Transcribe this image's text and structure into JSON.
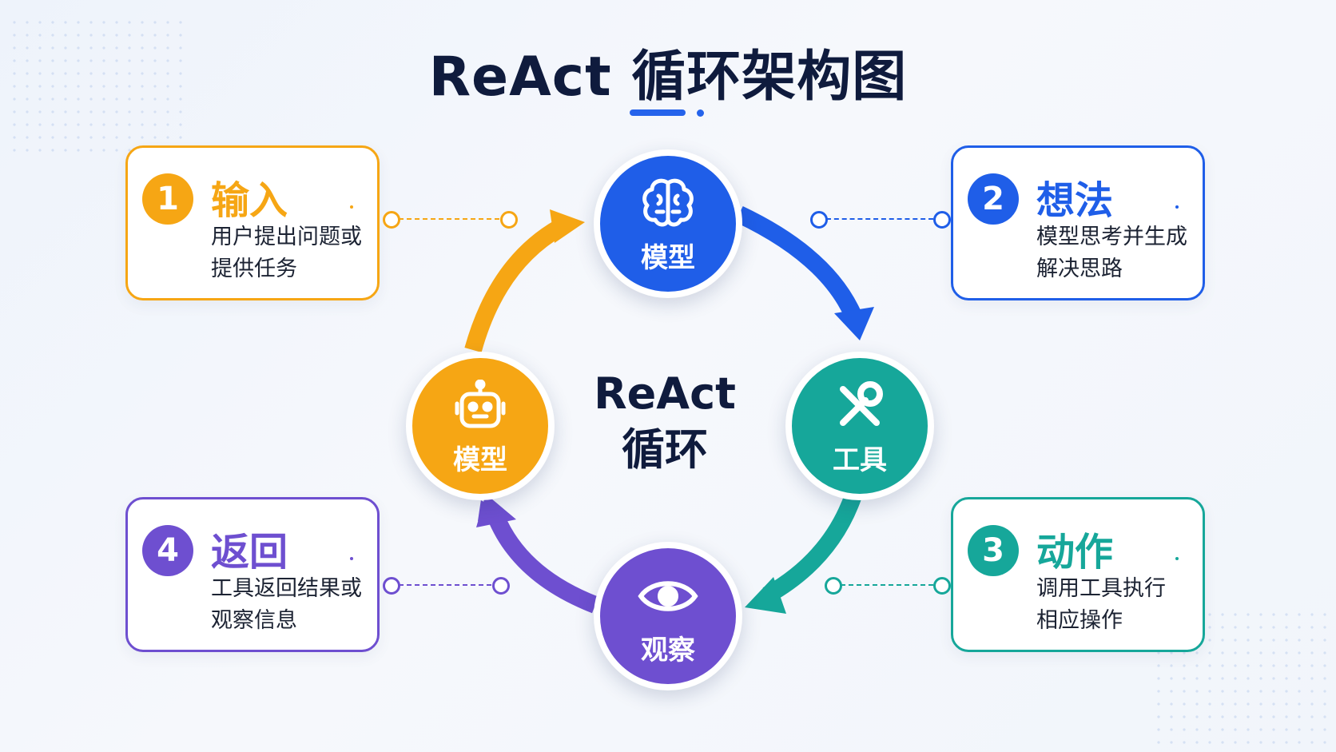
{
  "title": "ReAct 循环架构图",
  "center": {
    "line1": "ReAct",
    "line2": "循环"
  },
  "colors": {
    "blue": "#1f5ee8",
    "teal": "#16a79a",
    "purple": "#6e4fd0",
    "orange": "#f6a614",
    "navy": "#0f1b3d"
  },
  "nodes": {
    "top": {
      "label": "模型",
      "icon": "brain-icon"
    },
    "right": {
      "label": "工具",
      "icon": "tools-icon"
    },
    "bottom": {
      "label": "观察",
      "icon": "eye-icon"
    },
    "left": {
      "label": "模型",
      "icon": "robot-icon"
    }
  },
  "cards": {
    "input": {
      "num": "1",
      "title": "输入",
      "desc1": "用户提出问题或",
      "desc2": "提供任务"
    },
    "thought": {
      "num": "2",
      "title": "想法",
      "desc1": "模型思考并生成",
      "desc2": "解决思路"
    },
    "action": {
      "num": "3",
      "title": "动作",
      "desc1": "调用工具执行",
      "desc2": "相应操作"
    },
    "return": {
      "num": "4",
      "title": "返回",
      "desc1": "工具返回结果或",
      "desc2": "观察信息"
    }
  }
}
